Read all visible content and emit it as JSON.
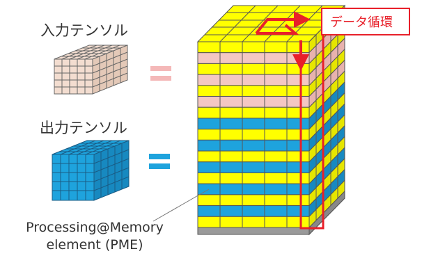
{
  "labels": {
    "input_tensor": "入力テンソル",
    "output_tensor": "出力テンソル",
    "data_circulation": "データ循環",
    "pme_line1": "Processing@Memory",
    "pme_line2": "element (PME)"
  },
  "colors": {
    "input_cell": "#f3ddd0",
    "input_equal_sign": "#f4b8b8",
    "output_cell": "#1ea3dd",
    "output_equal_sign": "#1ea3dd",
    "pme_cell": "#ffff00",
    "circulation_accent": "#e8202a"
  },
  "cube": {
    "grid_size": 5,
    "front_rows": [
      "yellow",
      "pink",
      "yellow",
      "pink",
      "yellow",
      "pink",
      "yellow",
      "blue",
      "yellow",
      "blue",
      "yellow",
      "blue",
      "yellow",
      "blue",
      "yellow",
      "blue",
      "yellow"
    ],
    "top_accent": "loop arrow showing data circulation across the top face"
  }
}
